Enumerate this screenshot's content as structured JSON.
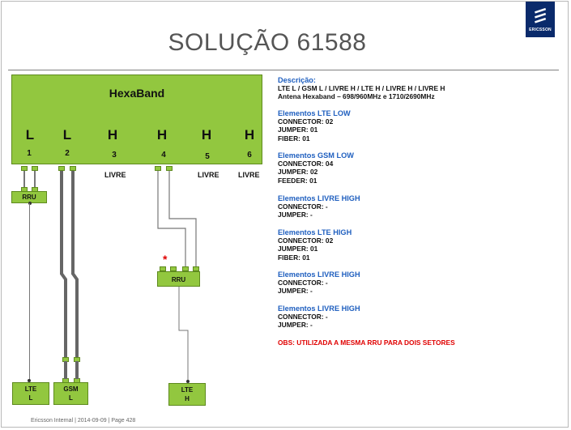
{
  "title": "SOLUÇÃO 61588",
  "logo": {
    "text": "ERICSSON",
    "icon": "ericsson-logo-icon"
  },
  "diagram": {
    "hexaband_label": "HexaBand",
    "bands": [
      "L",
      "L",
      "H",
      "H",
      "H",
      "H"
    ],
    "port_numbers": [
      "1",
      "2",
      "3",
      "4",
      "5",
      "6"
    ],
    "livre_labels": [
      "LIVRE",
      "LIVRE",
      "LIVRE"
    ],
    "rru_left_label": "RRU",
    "rru_mid_label": "RRU",
    "star": "*",
    "bottom_boxes": [
      {
        "line1": "LTE",
        "line2": "L"
      },
      {
        "line1": "GSM",
        "line2": "L"
      },
      {
        "line1": "LTE",
        "line2": "H"
      }
    ]
  },
  "panel": {
    "desc_title": "Descrição:",
    "desc_line1": "LTE L / GSM L / LIVRE H / LTE H / LIVRE H / LIVRE H",
    "desc_line2": "Antena Hexaband – 698/960MHz  e  1710/2690MHz",
    "sections": [
      {
        "title": "Elementos LTE LOW",
        "lines": [
          "CONNECTOR: 02",
          "JUMPER: 01",
          "FIBER: 01"
        ]
      },
      {
        "title": "Elementos GSM LOW",
        "lines": [
          "CONNECTOR: 04",
          "JUMPER: 02",
          "FEEDER: 01"
        ]
      },
      {
        "title": "Elementos LIVRE HIGH",
        "lines": [
          "CONNECTOR: -",
          "JUMPER: -"
        ]
      },
      {
        "title": "Elementos LTE HIGH",
        "lines": [
          "CONNECTOR: 02",
          "JUMPER: 01",
          "FIBER: 01"
        ]
      },
      {
        "title": "Elementos LIVRE HIGH",
        "lines": [
          "CONNECTOR: -",
          "JUMPER: -"
        ]
      },
      {
        "title": "Elementos LIVRE HIGH",
        "lines": [
          "CONNECTOR: -",
          "JUMPER: -"
        ]
      }
    ],
    "obs": "OBS: UTILIZADA A MESMA RRU PARA DOIS SETORES"
  },
  "footer": "Ericsson Internal  |  2014-09-09  |  Page 428",
  "colors": {
    "green": "#92c73f",
    "section_blue": "#1f5fbf",
    "obs_red": "#e00000",
    "logo_navy": "#0a2a6b"
  }
}
